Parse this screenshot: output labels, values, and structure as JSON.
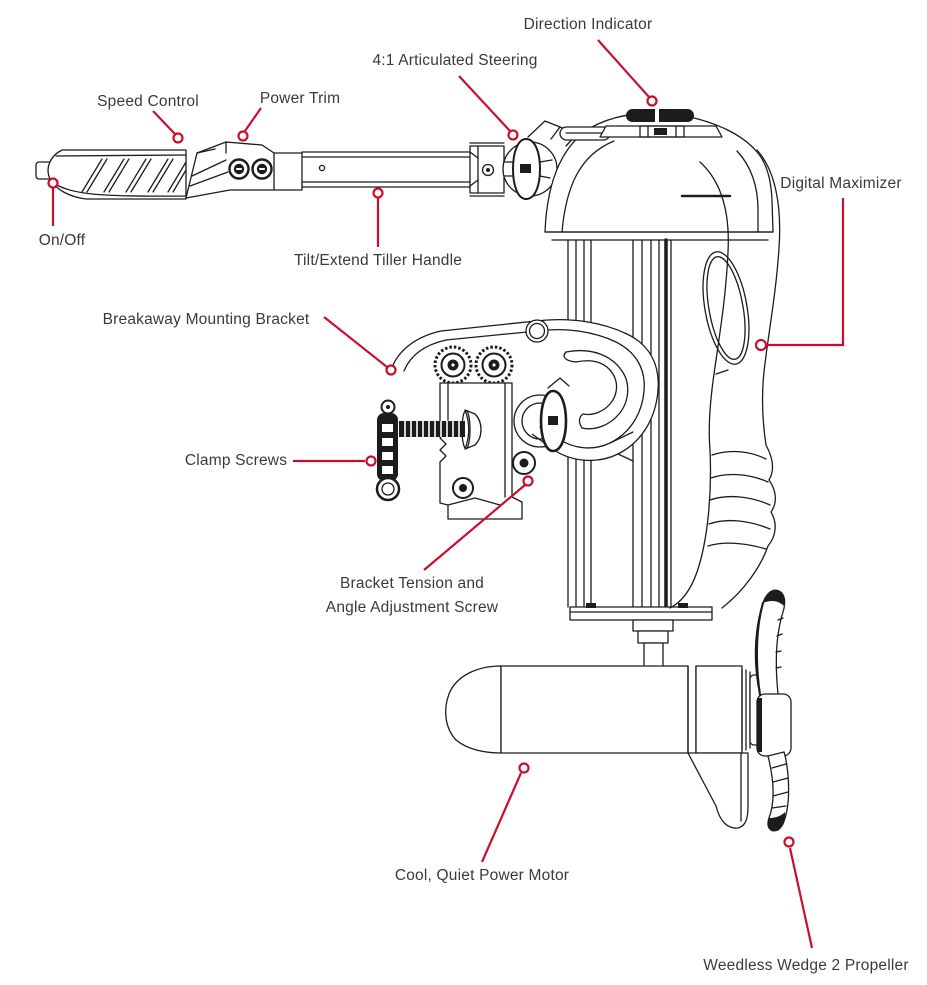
{
  "diagram": {
    "subject": "trolling-motor-parts-diagram",
    "labels": {
      "direction_indicator": "Direction Indicator",
      "articulated_steering": "4:1 Articulated Steering",
      "speed_control": "Speed Control",
      "power_trim": "Power Trim",
      "on_off": "On/Off",
      "tilt_extend_tiller_handle": "Tilt/Extend Tiller Handle",
      "digital_maximizer": "Digital Maximizer",
      "breakaway_mounting_bracket": "Breakaway Mounting Bracket",
      "clamp_screws": "Clamp Screws",
      "bracket_tension_line1": "Bracket Tension and",
      "bracket_tension_line2": "Angle Adjustment Screw",
      "cool_quiet_power_motor": "Cool, Quiet Power Motor",
      "weedless_wedge_propeller": "Weedless Wedge 2 Propeller"
    },
    "colors": {
      "callout_accent": "#c8102e",
      "label_text": "#3a3a3e",
      "line_art": "#1c1c1e",
      "background": "#ffffff"
    }
  }
}
